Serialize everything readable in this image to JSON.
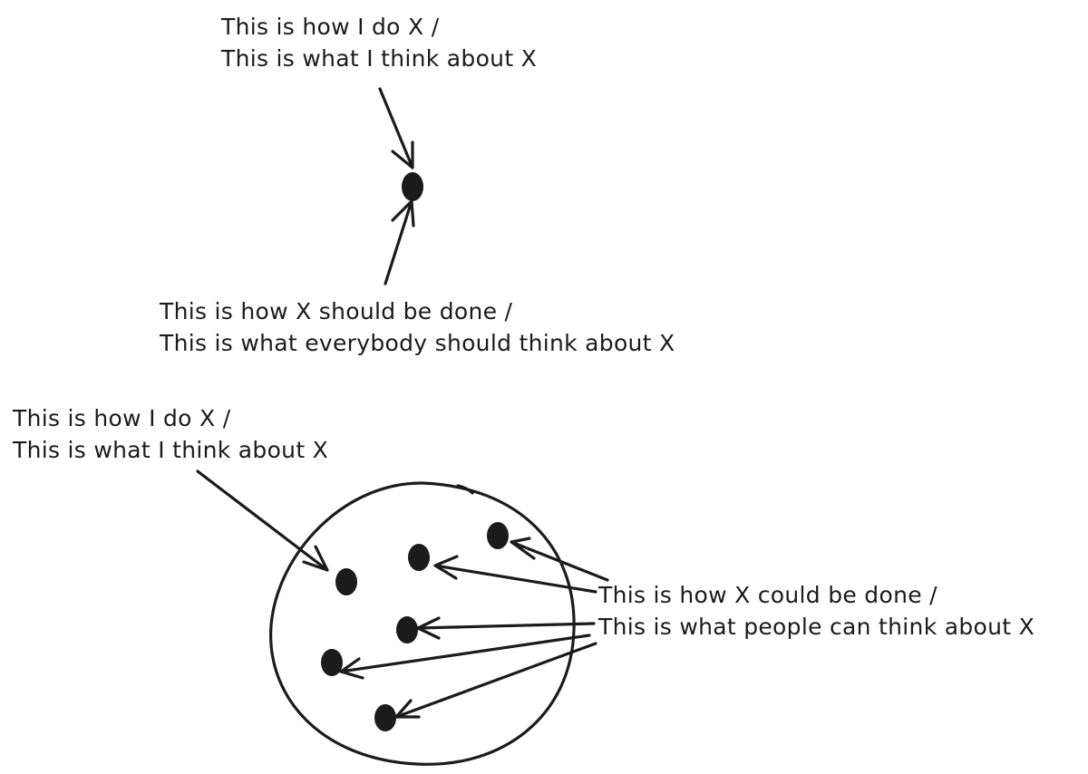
{
  "colors": {
    "background": "#ffffff",
    "ink": "#1b1b1b"
  },
  "top_diagram": {
    "self_label": {
      "line1": "This is how I do X /",
      "line2": "This is what I think about X"
    },
    "norm_label": {
      "line1": "This is how X should be done /",
      "line2": "This is what everybody should think about X"
    }
  },
  "bottom_diagram": {
    "self_label": {
      "line1": "This is how I do X /",
      "line2": "This is what I think about X"
    },
    "possibilities_label": {
      "line1": "This is how X could be done /",
      "line2": "This is what people can think about X"
    }
  }
}
